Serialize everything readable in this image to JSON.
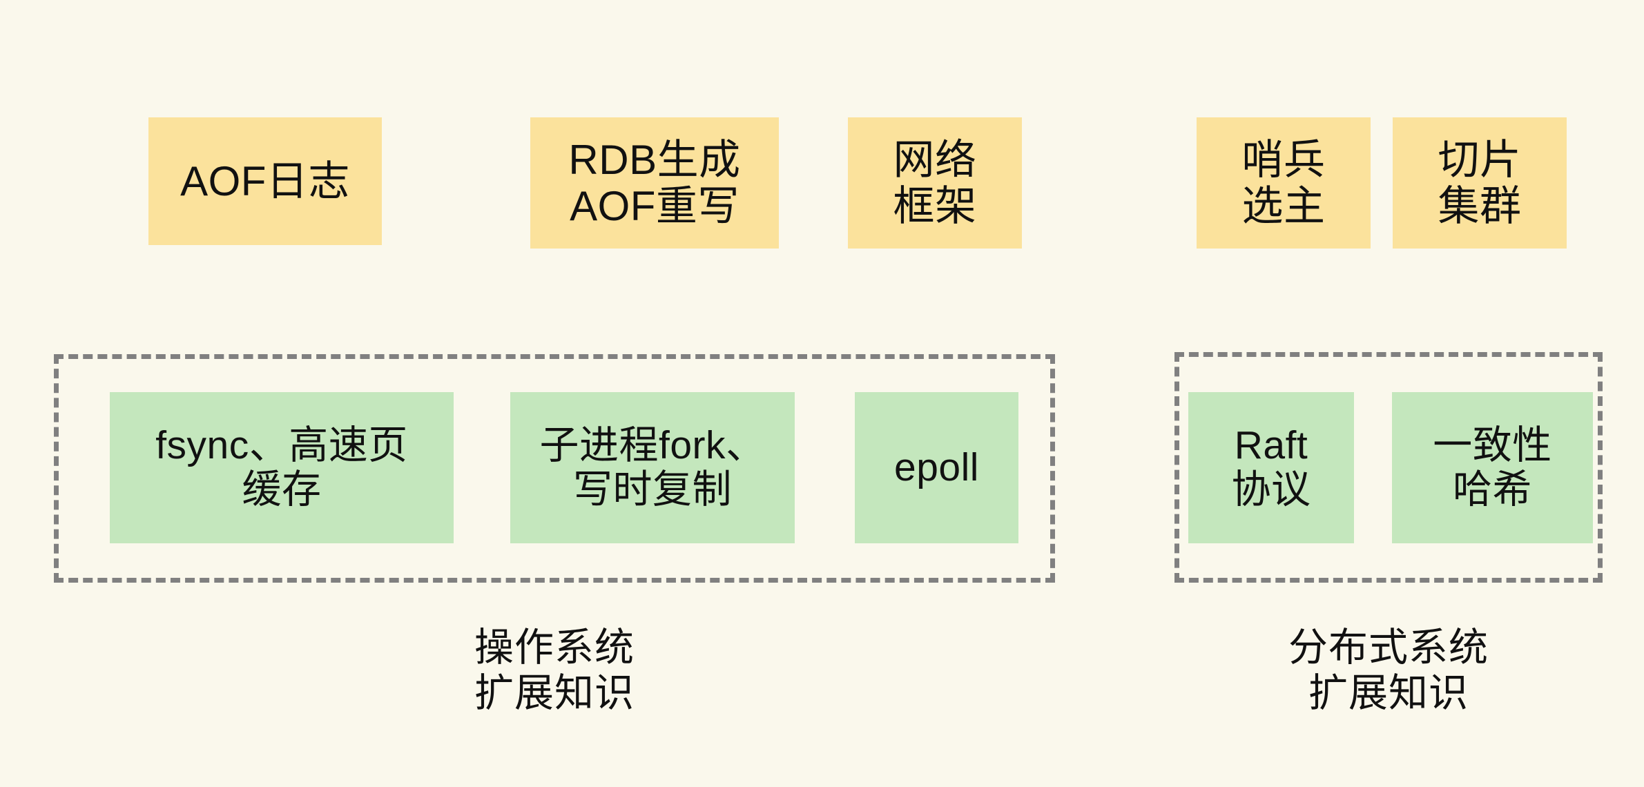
{
  "diagram": {
    "background_color": "#faf8ec",
    "yellow_color": "#fbe29c",
    "green_color": "#c4e7bd",
    "frame_color": "#808080",
    "top_boxes": [
      {
        "name": "aof-log",
        "label": "AOF日志"
      },
      {
        "name": "rdb-aof-rewrite",
        "label": "RDB生成\nAOF重写"
      },
      {
        "name": "network-framework",
        "label": "网络\n框架"
      },
      {
        "name": "sentinel-election",
        "label": "哨兵\n选主"
      },
      {
        "name": "shard-cluster",
        "label": "切片\n集群"
      }
    ],
    "groups": [
      {
        "name": "os-knowledge",
        "caption": "操作系统\n扩展知识",
        "items": [
          {
            "name": "fsync-page-cache",
            "label": "fsync、高速页\n缓存"
          },
          {
            "name": "fork-cow",
            "label": "子进程fork、\n写时复制"
          },
          {
            "name": "epoll",
            "label": "epoll"
          }
        ]
      },
      {
        "name": "distributed-knowledge",
        "caption": "分布式系统\n扩展知识",
        "items": [
          {
            "name": "raft-protocol",
            "label": "Raft\n协议"
          },
          {
            "name": "consistent-hashing",
            "label": "一致性\n哈希"
          }
        ]
      }
    ]
  }
}
